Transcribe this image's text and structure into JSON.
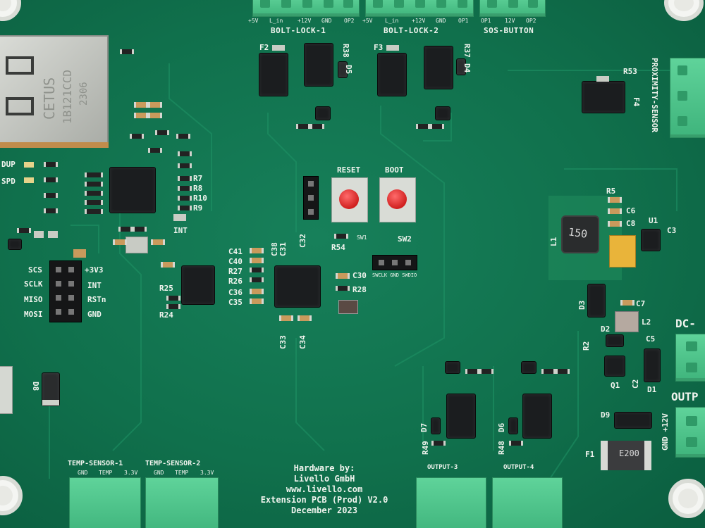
{
  "connectors_top": {
    "bolt_lock_1": {
      "label": "BOLT-LOCK-1",
      "pins": [
        "+5V",
        "L_in",
        "+12V",
        "GND",
        "OP2"
      ]
    },
    "bolt_lock_2": {
      "label": "BOLT-LOCK-2",
      "pins": [
        "+5V",
        "L_in",
        "+12V",
        "GND",
        "OP1"
      ]
    },
    "sos_button": {
      "label": "SOS-BUTTON",
      "pins": [
        "OP1",
        "12V",
        "OP2"
      ]
    }
  },
  "connectors_bottom": {
    "temp_sensor_1": {
      "label": "TEMP-SENSOR-1",
      "pins": [
        "GND",
        "TEMP",
        "3.3V"
      ]
    },
    "temp_sensor_2": {
      "label": "TEMP-SENSOR-2",
      "pins": [
        "GND",
        "TEMP",
        "3.3V"
      ]
    },
    "output_3": {
      "label": "OUTPUT-3"
    },
    "output_4": {
      "label": "OUTPUT-4"
    }
  },
  "connectors_right": {
    "proximity": "PROXIMITY-SENSOR",
    "dc": "DC-",
    "output": "OUTP",
    "out_pins": "GND +12V"
  },
  "ethernet": {
    "text1": "CETUS",
    "text2": "1B121CCD",
    "text3": "2306",
    "led1": "DUP",
    "led2": "SPD"
  },
  "buttons": {
    "reset": "RESET",
    "boot": "BOOT",
    "sw1": "SW1",
    "sw2": "SW2",
    "swd": "SWCLK GND SWDIO"
  },
  "spi_header": {
    "left": [
      "SCS",
      "SCLK",
      "MISO",
      "MOSI"
    ],
    "right": [
      "+3V3",
      "INT",
      "RSTn",
      "GND"
    ]
  },
  "refdes": {
    "r_column": [
      "R7",
      "R8",
      "R10",
      "R9"
    ],
    "int": "INT",
    "caps_mid": [
      "C41",
      "C40",
      "R27",
      "R26",
      "C36",
      "C35"
    ],
    "r25": "R25",
    "r24": "R24",
    "r54": "R54",
    "c30": "C30",
    "r28": "R28",
    "c38": "C38",
    "c31": "C31",
    "c32": "C32",
    "c33": "C33",
    "c34": "C34",
    "f2": "F2",
    "f3": "F3",
    "r38": "R38",
    "r37": "R37",
    "d5": "D5",
    "d4": "D4",
    "r53": "R53",
    "f4": "F4",
    "r5": "R5",
    "c6": "C6",
    "c8": "C8",
    "u1": "U1",
    "c3": "C3",
    "inductor": "150",
    "l1": "L1",
    "c7": "C7",
    "l2": "L2",
    "d3": "D3",
    "d2": "D2",
    "r2": "R2",
    "c5": "C5",
    "q1": "Q1",
    "c2": "C2",
    "d1": "D1",
    "d9": "D9",
    "f1": "F1",
    "fuse": "E200",
    "d7": "D7",
    "d6": "D6",
    "r49": "R49",
    "r48": "R48",
    "d8": "D8"
  },
  "credits": [
    "Hardware by:",
    "Livello GmbH",
    "www.livello.com",
    "Extension PCB (Prod) V2.0",
    "December 2023"
  ],
  "colors": {
    "board": "#10704c",
    "terminal": "#4cc68b",
    "button": "#d0201f",
    "silk": "#f0f4ee"
  }
}
